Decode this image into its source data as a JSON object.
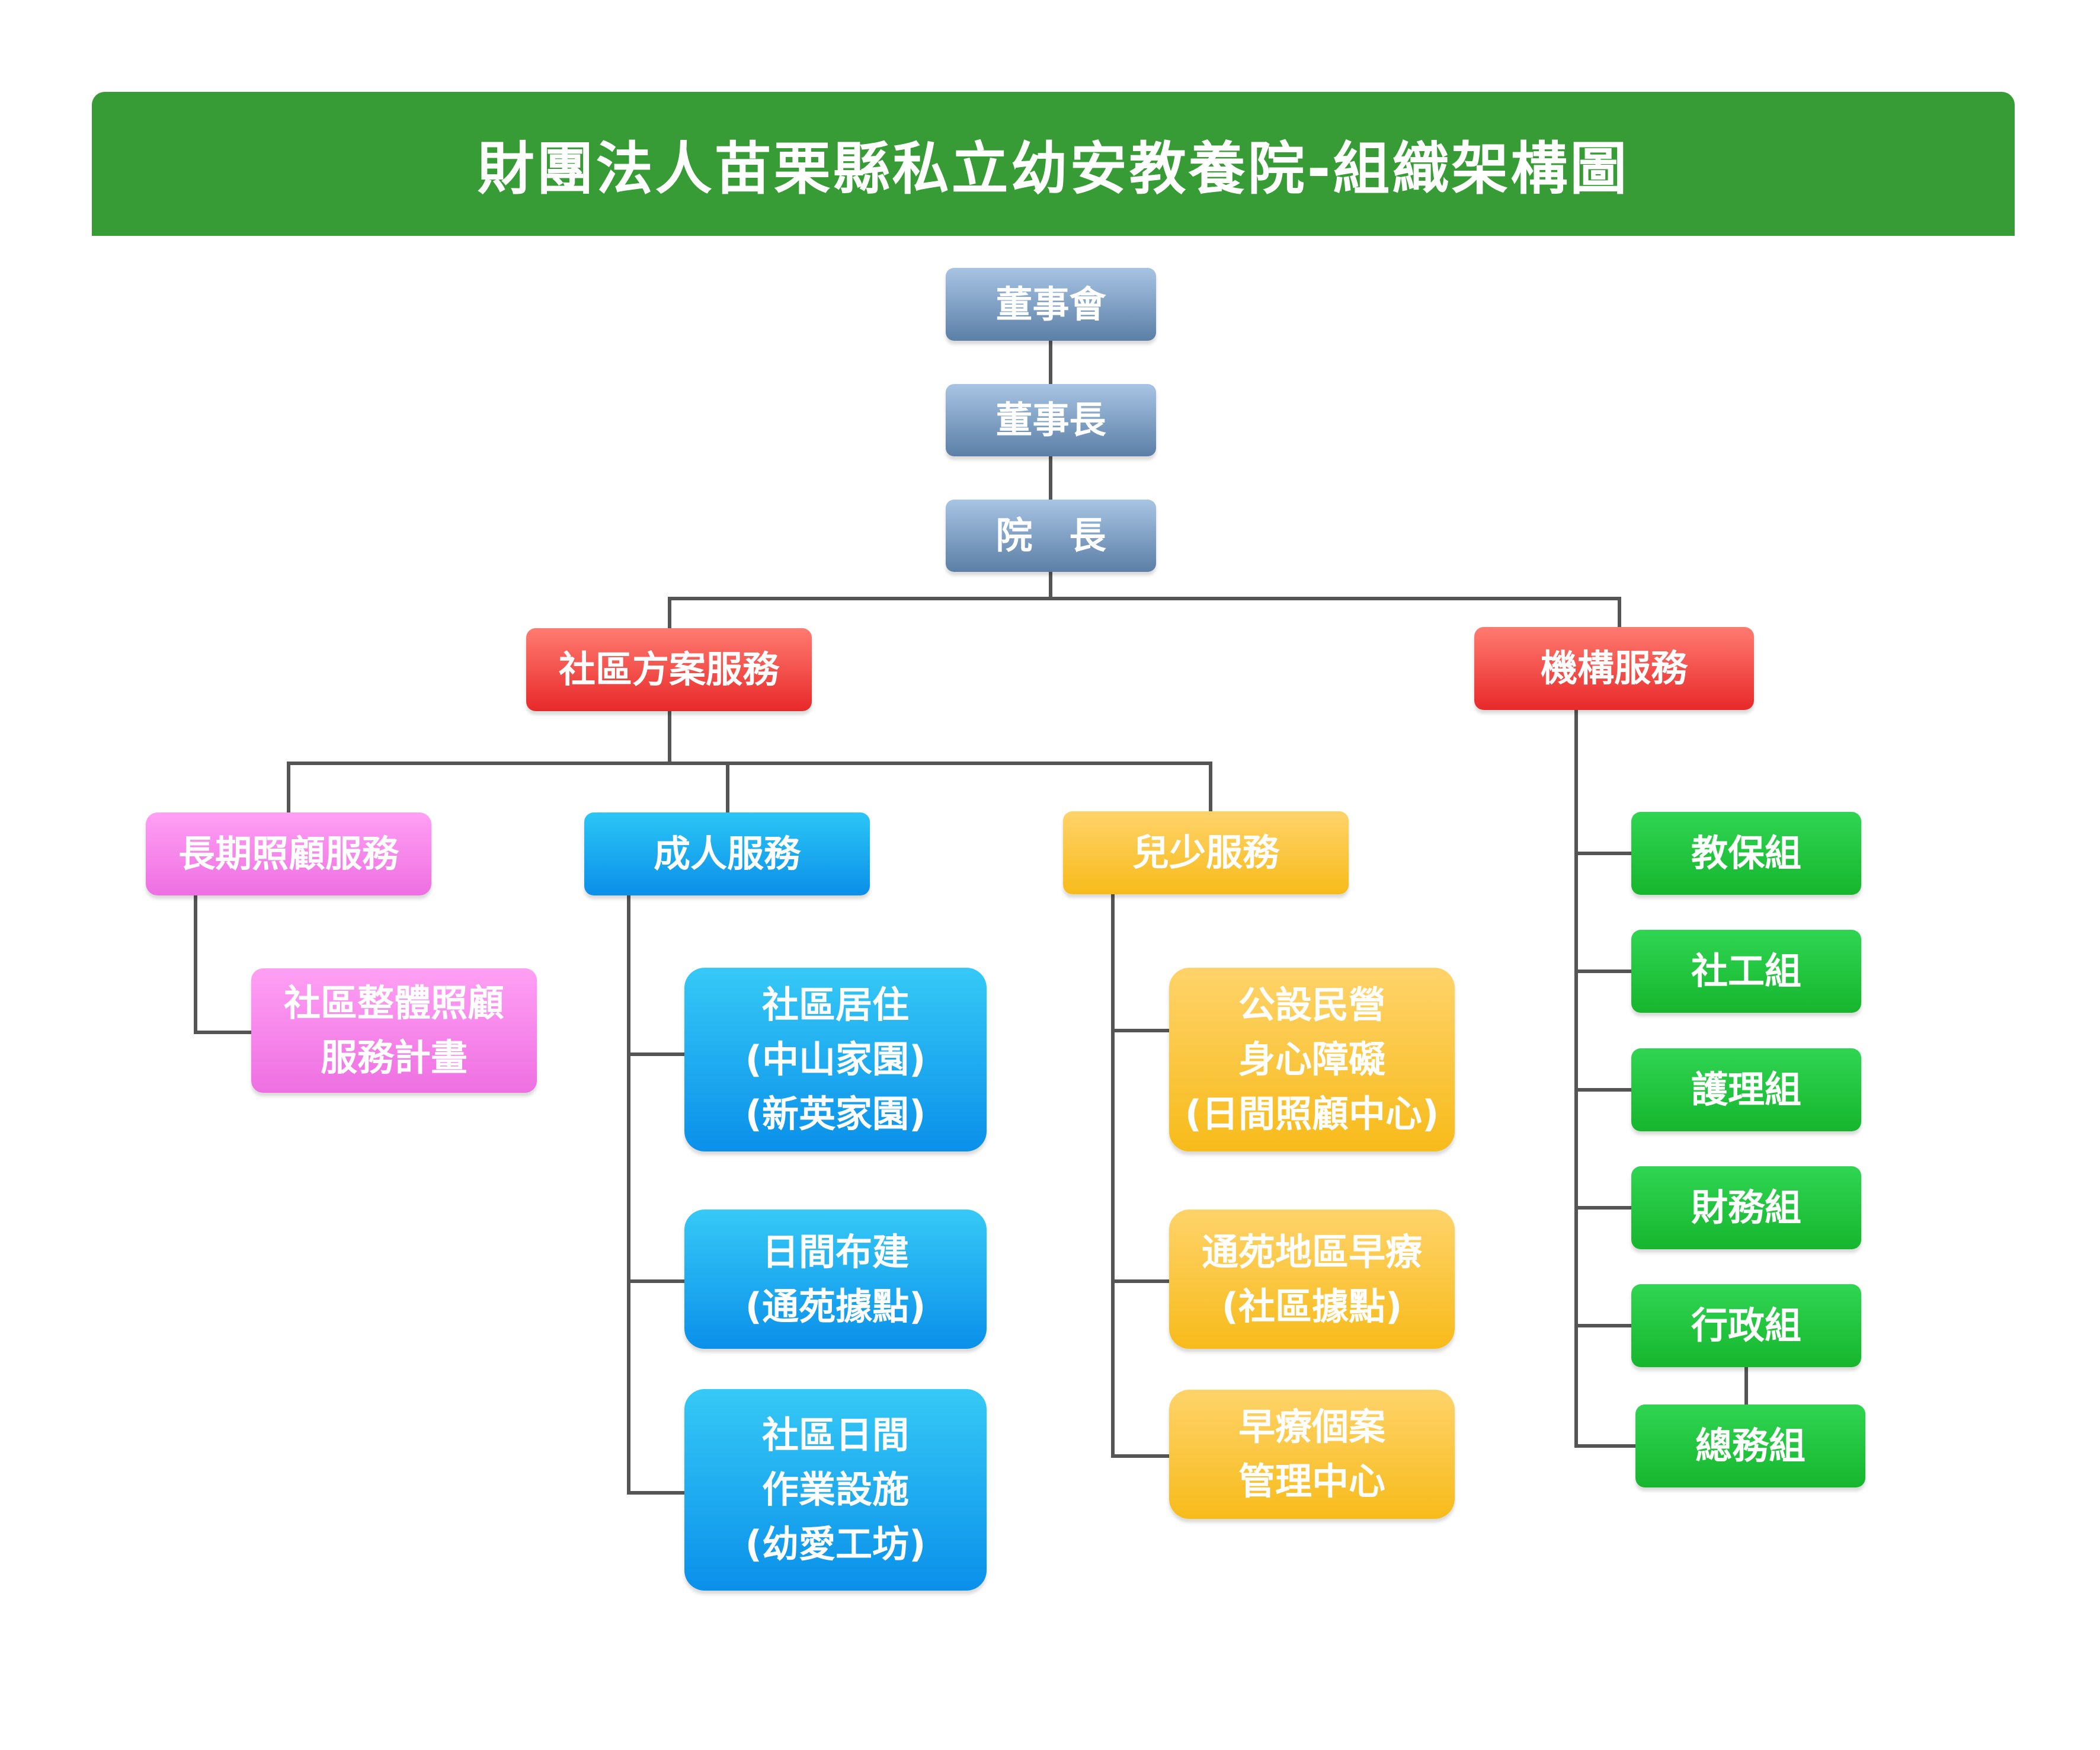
{
  "title": "財團法人苗栗縣私立幼安教養院-組織架構圖",
  "colors": {
    "banner": "#379b36",
    "connector": "#555555",
    "leadership": "#6f93bb",
    "division": "#f2413b",
    "long_term_care": "#f386ea",
    "adult": "#14a6ef",
    "youth": "#fbc53a",
    "admin_groups": "#22c33d"
  },
  "nodes": {
    "board": "董事會",
    "chairman": "董事長",
    "director": "院　長",
    "community": "社區方案服務",
    "institution": "機構服務",
    "longterm": "長期照顧服務",
    "adult": "成人服務",
    "youth": "兒少服務",
    "longterm_plan": [
      "社區整體照顧",
      "服務計畫"
    ],
    "adult_residence": [
      "社區居住",
      "(中山家園)",
      "(新英家園)"
    ],
    "adult_day": [
      "日間布建",
      "(通苑據點)"
    ],
    "adult_workshop": [
      "社區日間",
      "作業設施",
      "(幼愛工坊)"
    ],
    "youth_public": [
      "公設民營",
      "身心障礙",
      "(日間照顧中心)"
    ],
    "youth_early": [
      "通苑地區早療",
      "(社區據點)"
    ],
    "youth_case": [
      "早療個案",
      "管理中心"
    ],
    "g_edu": "教保組",
    "g_social": "社工組",
    "g_nursing": "護理組",
    "g_finance": "財務組",
    "g_admin": "行政組",
    "g_general": "總務組"
  }
}
